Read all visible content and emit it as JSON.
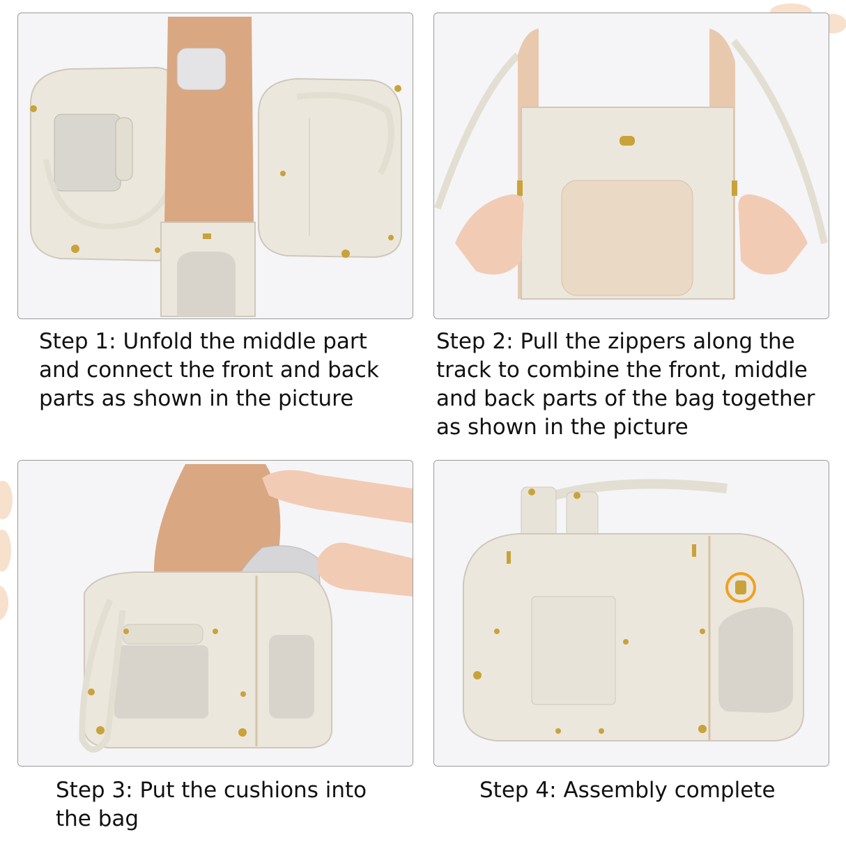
{
  "steps": [
    {
      "caption": "Step 1: Unfold the middle part\nand connect the front and back\nparts as shown in the picture"
    },
    {
      "caption": "Step 2:  Pull the zippers along the\ntrack to combine the front, middle\nand back parts of the bag together\nas shown in the picture"
    },
    {
      "caption": "Step 3: Put the cushions into\nthe bag"
    },
    {
      "caption": "Step 4: Assembly complete"
    }
  ],
  "colors": {
    "leather": "#ece7dc",
    "lining": "#d9a782",
    "mesh": "#d8d4cc",
    "hardware": "#c9a23a",
    "paw": "#f7e0cc"
  }
}
